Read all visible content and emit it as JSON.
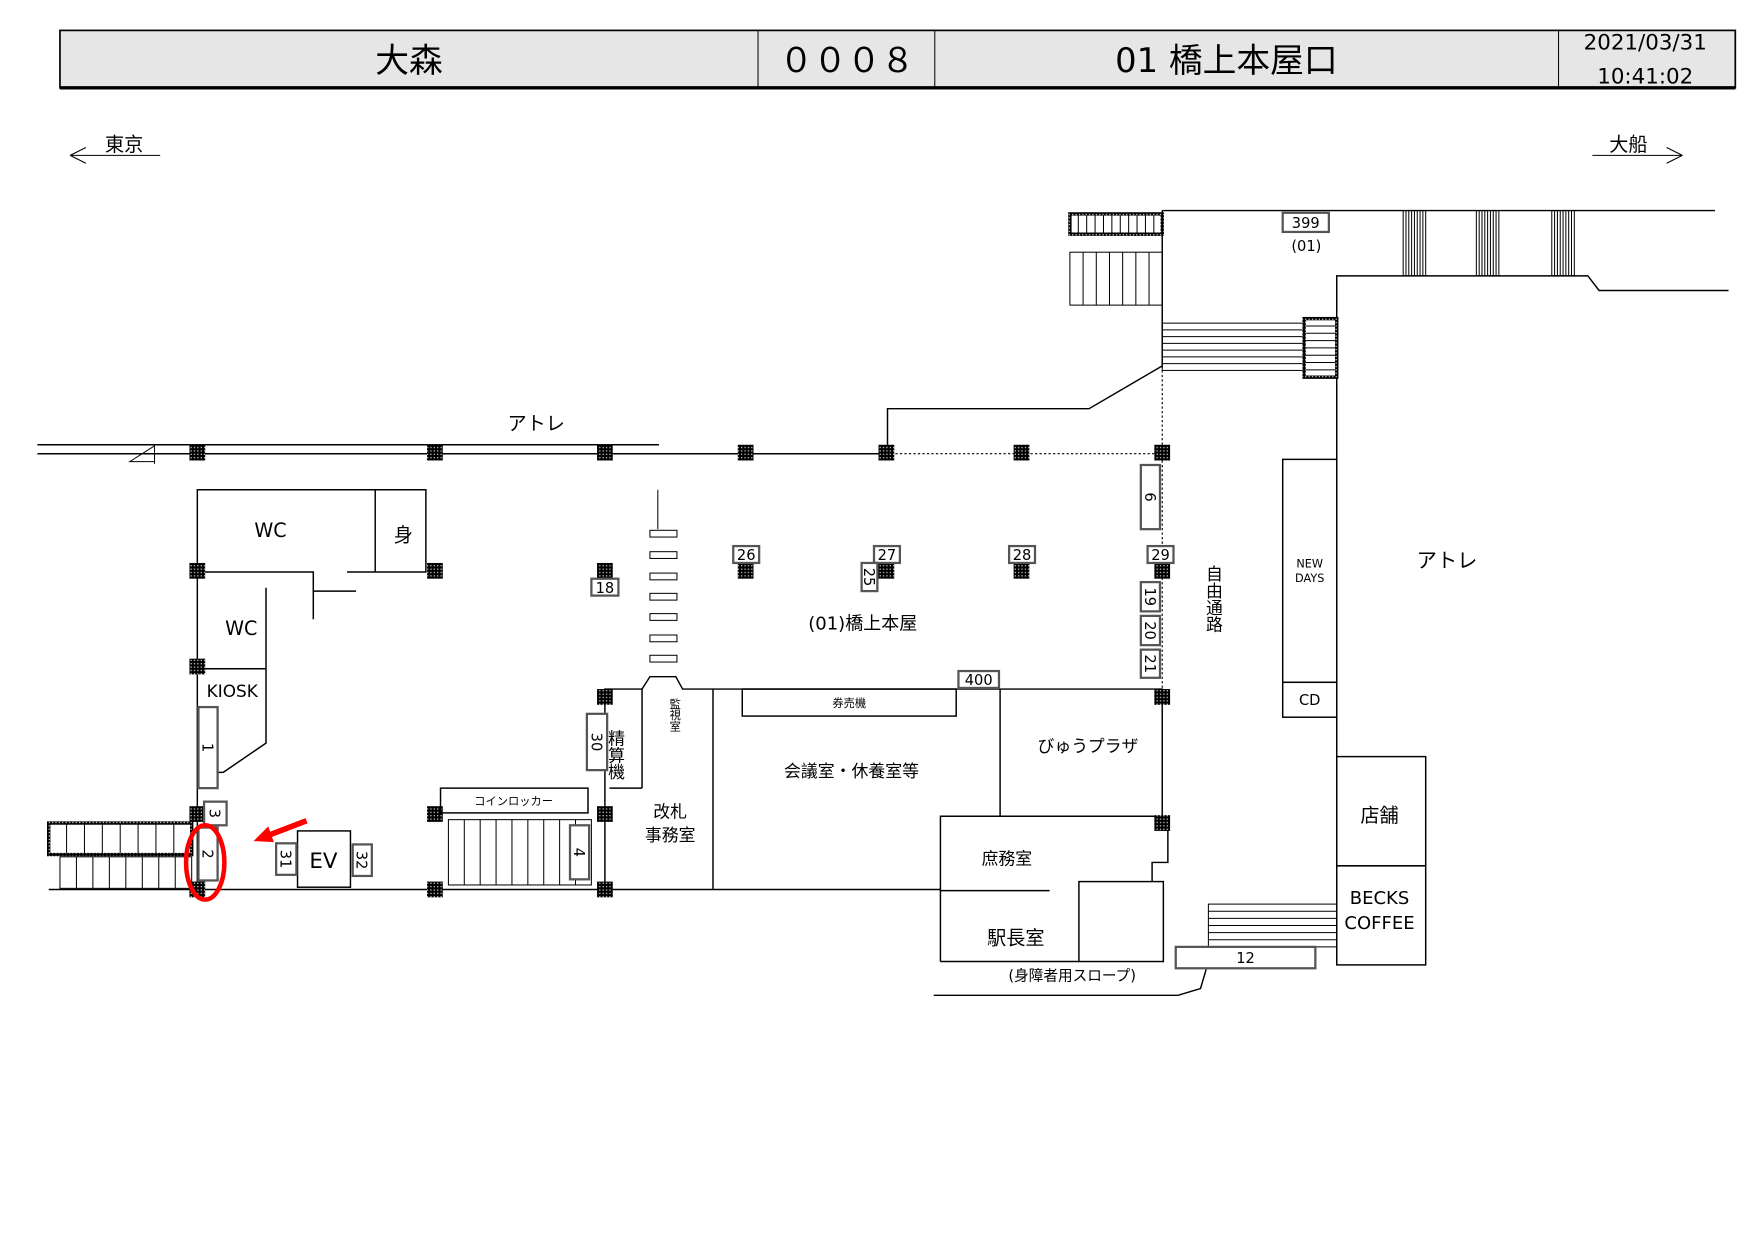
{
  "header": {
    "station": "大森",
    "code": "０００８",
    "exit": "01 橋上本屋口",
    "date": "2021/03/31",
    "time": "10:41:02"
  },
  "directions": {
    "left": "東京",
    "right": "大船"
  },
  "labels": {
    "atre_top": "アトレ",
    "atre_right": "アトレ",
    "wc1": "WC",
    "wc2": "WC",
    "mi": "身",
    "kiosk": "KIOSK",
    "ev": "EV",
    "coin_locker": "コインロッカー",
    "seisanki": "精算機",
    "kanshi": "監視室",
    "kaisatsu": "改札",
    "jimushitsu": "事務室",
    "main_hall": "(01)橋上本屋",
    "kenbaiki": "券売機",
    "kaigi": "会議室・休養室等",
    "view_plaza": "びゅうプラザ",
    "shomu": "庶務室",
    "ekicho": "駅長室",
    "slope": "(身障者用スロープ)",
    "jiyu": "自由通路",
    "newdays_1": "NEW",
    "newdays_2": "DAYS",
    "cd": "CD",
    "tenpo": "店舗",
    "becks_1": "BECKS",
    "becks_2": "COFFEE",
    "sign399_sub": "(01)"
  },
  "signs": {
    "s399": "399",
    "s6": "6",
    "s26": "26",
    "s27": "27",
    "s28": "28",
    "s29": "29",
    "s25": "25",
    "s18": "18",
    "s19": "19",
    "s20": "20",
    "s21": "21",
    "s400": "400",
    "s30": "30",
    "s1": "1",
    "s3": "3",
    "s2": "2",
    "s31": "31",
    "s32": "32",
    "s4": "4",
    "s12": "12"
  },
  "highlight": {
    "target_sign": "2",
    "color": "#ff0000"
  }
}
